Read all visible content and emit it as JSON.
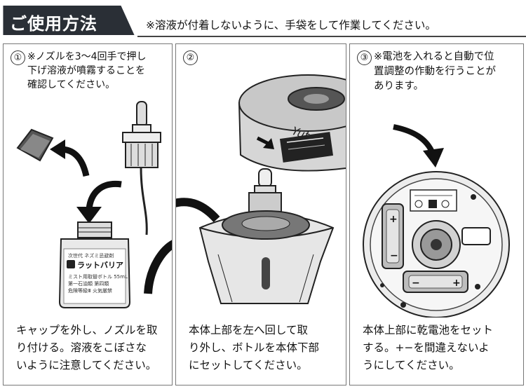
{
  "header": {
    "title": "ご使用方法",
    "notice": "※溶液が付着しないように、手袋をして作業してください。"
  },
  "steps": [
    {
      "number": "①",
      "note": "※ノズルを3〜4回手で押し\n下げ溶液が噴霧することを\n確認してください。",
      "caption": "キャップを外し、ノズルを取\nり付ける。溶液をこぼさな\nいように注意してください。",
      "bottle_label": {
        "line1": "次世代 ネズミ忌避剤",
        "brand": "ラットバリア",
        "line3": "ミスト用取替ボトル 55mL",
        "line4": "第一石油類 第四類",
        "line5": "危険等級Ⅲ 火気厳禁"
      }
    },
    {
      "number": "②",
      "note": "",
      "caption": "本体上部を左へ回して取\nり外し、ボトルを本体下部\nにセットしてください。",
      "device_brand": "Yutaka"
    },
    {
      "number": "③",
      "note": "※電池を入れると自動で位\n置調整の作動を行うことが\nあります。",
      "caption": "本体上部に乾電池をセット\nする。+−を間違えないよ\nうにしてください。"
    }
  ],
  "colors": {
    "title_bg": "#2a2f36",
    "panel_border": "#777777",
    "art_stroke": "#222222",
    "art_fill": "#e2e2e2"
  }
}
